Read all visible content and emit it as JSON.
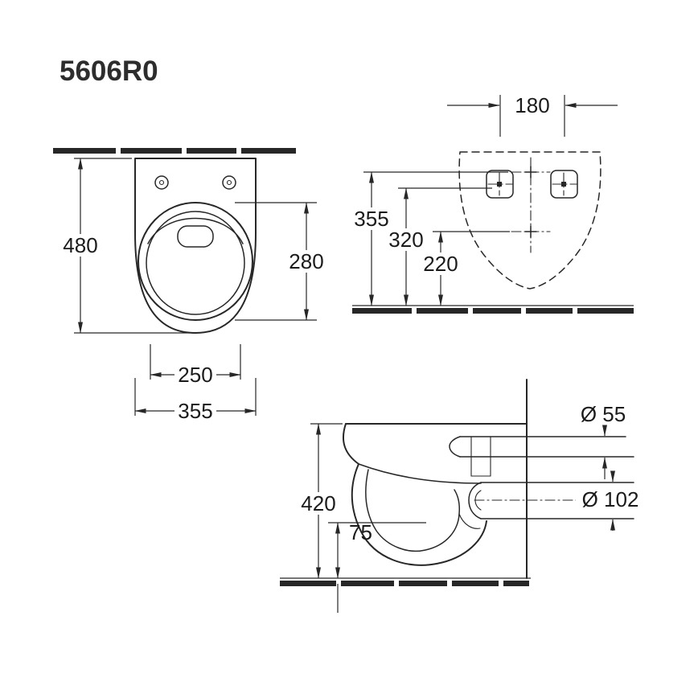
{
  "title": "5606R0",
  "colors": {
    "line": "#272727",
    "text": "#1b1b1b",
    "background": "#ffffff"
  },
  "top_view": {
    "dim_depth": "480",
    "dim_bowl_length": "280",
    "dim_seat_width": "250",
    "dim_width": "355"
  },
  "rear_view": {
    "dim_hole_spacing": "180",
    "dim_height_top": "355",
    "dim_height_mid": "320",
    "dim_height_low": "220"
  },
  "side_view": {
    "dim_height": "420",
    "dim_floor_gap": "75",
    "dim_flush_pipe": "Ø 55",
    "dim_outlet_pipe": "Ø 102"
  }
}
